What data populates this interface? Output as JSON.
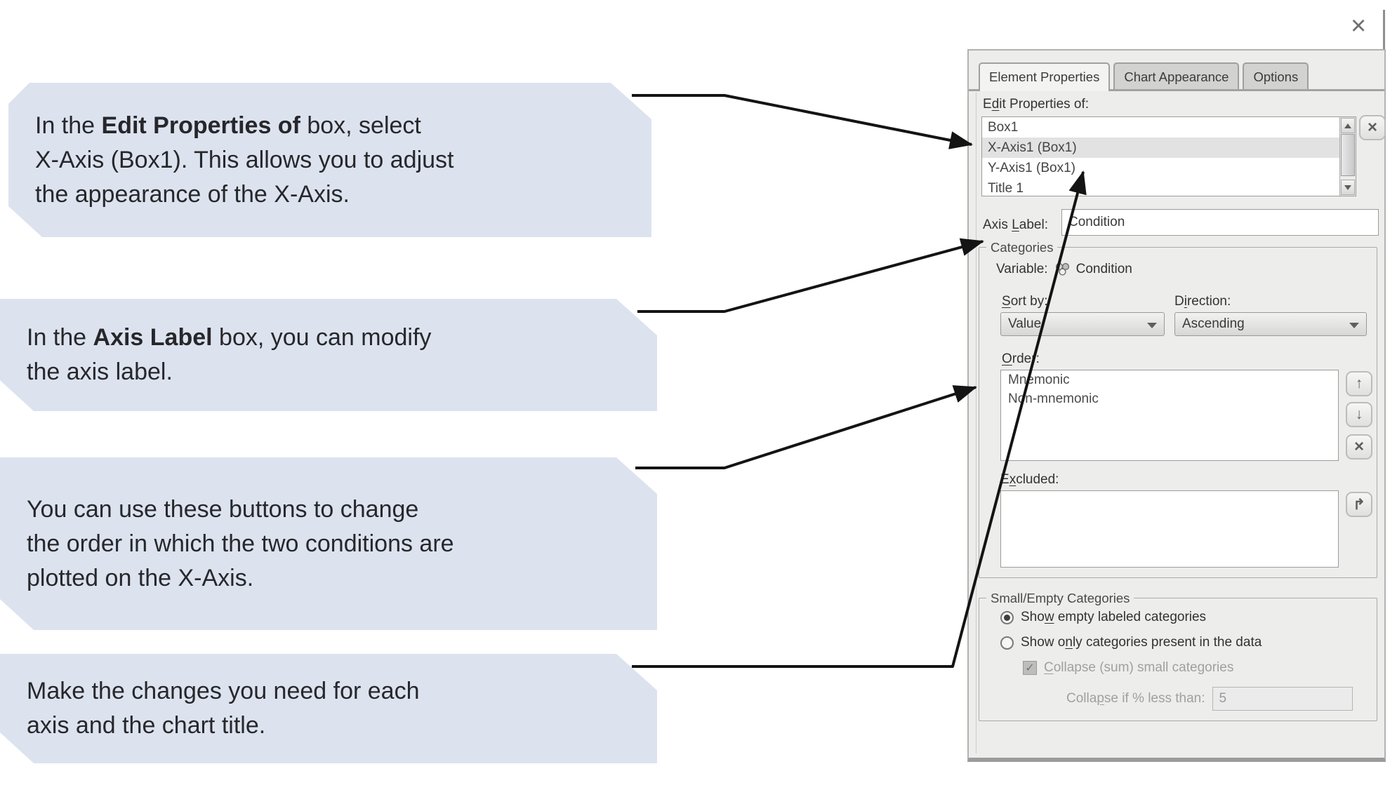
{
  "window": {
    "close_icon": "×"
  },
  "callouts": [
    {
      "lines": [
        {
          "pre": "In the ",
          "bold": "Edit Properties of",
          "post": " box, select"
        },
        {
          "pre": "",
          "bold": "",
          "post": "X-Axis (Box1). This allows you to adjust"
        },
        {
          "pre": "",
          "bold": "",
          "post": "the appearance of the X-Axis."
        }
      ]
    },
    {
      "lines": [
        {
          "pre": "In the ",
          "bold": "Axis Label",
          "post": " box, you can modify"
        },
        {
          "pre": "",
          "bold": "",
          "post": "the axis label."
        }
      ]
    },
    {
      "lines": [
        {
          "pre": "",
          "bold": "",
          "post": "You can use these buttons to change"
        },
        {
          "pre": "",
          "bold": "",
          "post": "the order in which the two conditions are"
        },
        {
          "pre": "",
          "bold": "",
          "post": "plotted on the X-Axis."
        }
      ]
    },
    {
      "lines": [
        {
          "pre": "",
          "bold": "",
          "post": "Make the changes you need for each"
        },
        {
          "pre": "",
          "bold": "",
          "post": "axis and the chart title."
        }
      ]
    }
  ],
  "panel": {
    "tabs": [
      {
        "label": "Element Properties"
      },
      {
        "label": "Chart Appearance"
      },
      {
        "label": "Options"
      }
    ],
    "edit_properties_of": {
      "pre": "E",
      "u": "d",
      "post": "it Properties of:"
    },
    "element_list": {
      "items": [
        {
          "label": "Box1"
        },
        {
          "label": "X-Axis1 (Box1)"
        },
        {
          "label": "Y-Axis1 (Box1)"
        },
        {
          "label": "Title 1"
        }
      ]
    },
    "delete_icon": "×",
    "axis_label": {
      "pre": "Axis ",
      "u": "L",
      "post": "abel:",
      "value": "Condition"
    },
    "categories": {
      "title": "Categories",
      "variable_label": "Variable:",
      "variable_value": "Condition",
      "sort_by": {
        "pre": "",
        "u": "S",
        "post": "ort by:",
        "value": "Value"
      },
      "direction": {
        "pre": "D",
        "u": "i",
        "post": "rection:",
        "value": "Ascending"
      },
      "order": {
        "pre": "",
        "u": "O",
        "post": "rder:",
        "items": [
          {
            "label": "Mnemonic"
          },
          {
            "label": "Non-mnemonic"
          }
        ]
      },
      "up_icon": "↑",
      "down_icon": "↓",
      "remove_icon": "×",
      "return_icon": "↱",
      "excluded": {
        "pre": "E",
        "u": "x",
        "post": "cluded:"
      }
    },
    "small_empty": {
      "title": "Small/Empty Categories",
      "show_empty": {
        "pre": "Sho",
        "u": "w",
        "post": " empty labeled categories"
      },
      "show_only": {
        "pre": "Show o",
        "u": "n",
        "post": "ly categories present in the data"
      },
      "collapse": {
        "pre": "",
        "u": "C",
        "post": "ollapse (sum) small categories",
        "check_icon": "✓"
      },
      "collapse_if": {
        "pre": "Colla",
        "u": "p",
        "post": "se if % less than:",
        "value": "5"
      }
    }
  }
}
